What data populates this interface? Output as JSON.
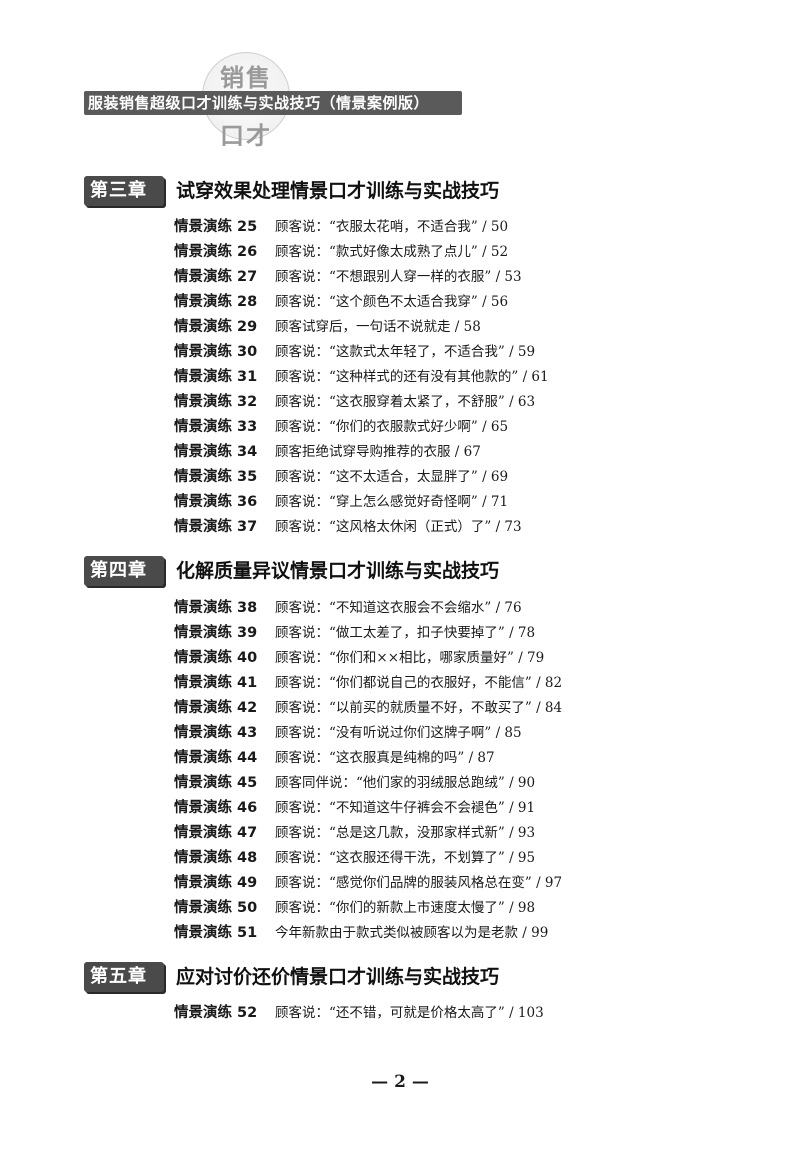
{
  "header": {
    "seal_top": "销售",
    "seal_bottom": "口才",
    "book_title": "服装销售超级口才训练与实战技巧（情景案例版）"
  },
  "chapters": [
    {
      "tag": "第三章",
      "title": "试穿效果处理情景口才训练与实战技巧",
      "entries": [
        {
          "label": "情景演练 25",
          "text": "顾客说：“衣服太花哨，不适合我” / 50"
        },
        {
          "label": "情景演练 26",
          "text": "顾客说：“款式好像太成熟了点儿” / 52"
        },
        {
          "label": "情景演练 27",
          "text": "顾客说：“不想跟别人穿一样的衣服” / 53"
        },
        {
          "label": "情景演练 28",
          "text": "顾客说：“这个颜色不太适合我穿” / 56"
        },
        {
          "label": "情景演练 29",
          "text": "顾客试穿后，一句话不说就走 / 58"
        },
        {
          "label": "情景演练 30",
          "text": "顾客说：“这款式太年轻了，不适合我” / 59"
        },
        {
          "label": "情景演练 31",
          "text": "顾客说：“这种样式的还有没有其他款的” / 61"
        },
        {
          "label": "情景演练 32",
          "text": "顾客说：“这衣服穿着太紧了，不舒服” / 63"
        },
        {
          "label": "情景演练 33",
          "text": "顾客说：“你们的衣服款式好少啊” / 65"
        },
        {
          "label": "情景演练 34",
          "text": "顾客拒绝试穿导购推荐的衣服 / 67"
        },
        {
          "label": "情景演练 35",
          "text": "顾客说：“这不太适合，太显胖了” / 69"
        },
        {
          "label": "情景演练 36",
          "text": "顾客说：“穿上怎么感觉好奇怪啊” / 71"
        },
        {
          "label": "情景演练 37",
          "text": "顾客说：“这风格太休闲（正式）了” / 73"
        }
      ]
    },
    {
      "tag": "第四章",
      "title": "化解质量异议情景口才训练与实战技巧",
      "entries": [
        {
          "label": "情景演练 38",
          "text": "顾客说：“不知道这衣服会不会缩水” / 76"
        },
        {
          "label": "情景演练 39",
          "text": "顾客说：“做工太差了，扣子快要掉了” / 78"
        },
        {
          "label": "情景演练 40",
          "text": "顾客说：“你们和××相比，哪家质量好” / 79"
        },
        {
          "label": "情景演练 41",
          "text": "顾客说：“你们都说自己的衣服好，不能信” / 82"
        },
        {
          "label": "情景演练 42",
          "text": "顾客说：“以前买的就质量不好，不敢买了” / 84"
        },
        {
          "label": "情景演练 43",
          "text": "顾客说：“没有听说过你们这牌子啊” / 85"
        },
        {
          "label": "情景演练 44",
          "text": "顾客说：“这衣服真是纯棉的吗” / 87"
        },
        {
          "label": "情景演练 45",
          "text": "顾客同伴说：“他们家的羽绒服总跑绒” / 90"
        },
        {
          "label": "情景演练 46",
          "text": "顾客说：“不知道这牛仔裤会不会褪色” / 91"
        },
        {
          "label": "情景演练 47",
          "text": "顾客说：“总是这几款，没那家样式新” / 93"
        },
        {
          "label": "情景演练 48",
          "text": "顾客说：“这衣服还得干洗，不划算了” / 95"
        },
        {
          "label": "情景演练 49",
          "text": "顾客说：“感觉你们品牌的服装风格总在变” / 97"
        },
        {
          "label": "情景演练 50",
          "text": "顾客说：“你们的新款上市速度太慢了” / 98"
        },
        {
          "label": "情景演练 51",
          "text": "今年新款由于款式类似被顾客以为是老款 / 99"
        }
      ]
    },
    {
      "tag": "第五章",
      "title": "应对讨价还价情景口才训练与实战技巧",
      "entries": [
        {
          "label": "情景演练 52",
          "text": "顾客说：“还不错，可就是价格太高了” / 103"
        }
      ]
    }
  ],
  "footer": {
    "page_number": "— 2 —"
  }
}
